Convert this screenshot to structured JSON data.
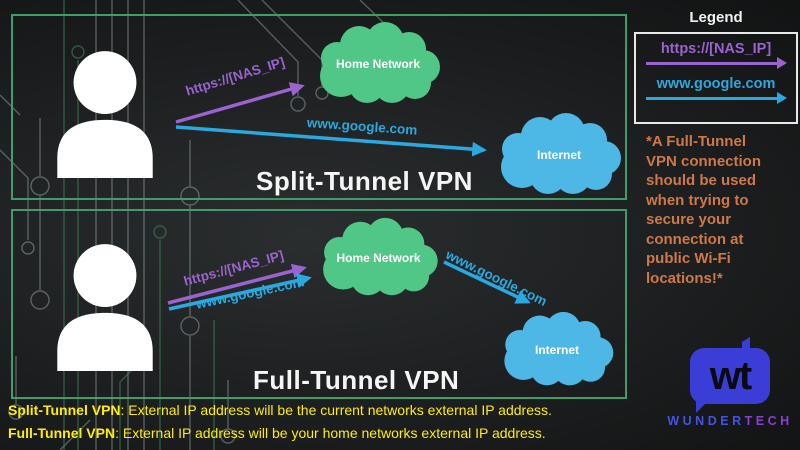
{
  "colors": {
    "panel_border_green": "#3f9e68",
    "nas_purple": "#9a63cf",
    "google_blue": "#2aa9e0",
    "home_cloud_green": "#50c787",
    "internet_cloud_blue": "#4db7e5",
    "note_orange": "#cf7848",
    "footer_yellow": "#ffee00",
    "logo_blue": "#3a3ed6",
    "logo_purple": "#8b3fd0"
  },
  "panels": [
    {
      "title": "Split-Tunnel VPN",
      "home_cloud_label": "Home Network",
      "internet_cloud_label": "Internet",
      "nas_arrow_label": "https://[NAS_IP]",
      "google_arrow_label": "www.google.com"
    },
    {
      "title": "Full-Tunnel VPN",
      "home_cloud_label": "Home Network",
      "internet_cloud_label": "Internet",
      "nas_arrow_label": "https://[NAS_IP]",
      "google_arrow_label": "www.google.com",
      "google_tunnel_arrow_label": "www.google.com"
    }
  ],
  "legend": {
    "title": "Legend",
    "items": [
      {
        "label": "https://[NAS_IP]",
        "color": "#9a63cf"
      },
      {
        "label": "www.google.com",
        "color": "#2aa9e0"
      }
    ]
  },
  "note": {
    "lines": [
      "*A Full-Tunnel",
      "VPN connection",
      "should be used",
      "when trying to",
      "secure your",
      "connection at",
      "public Wi-Fi",
      "locations!*"
    ]
  },
  "footer": {
    "lines": [
      {
        "bold": "Split-Tunnel VPN",
        "rest": ": External IP address will be the current networks external IP address."
      },
      {
        "bold": "Full-Tunnel VPN",
        "rest": ": External IP address will be your home networks external IP address."
      }
    ]
  },
  "logo": {
    "monogram": "wt",
    "word_primary": "WUNDER",
    "word_secondary": "TECH"
  }
}
